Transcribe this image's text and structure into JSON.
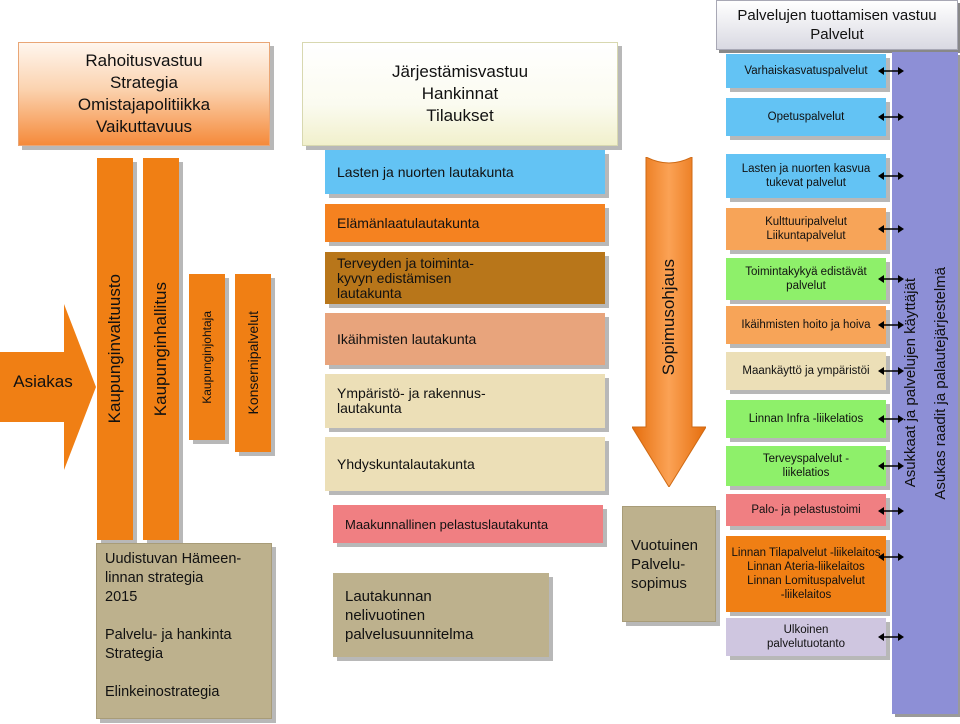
{
  "headers": {
    "rahoitus": "Rahoitusvastuu\nStrategia\nOmistajapolitiikka\nVaikuttavuus",
    "jarjestamis": "Järjestämisvastuu\nHankinnat\nTilaukset",
    "palvelujen": "Palvelujen tuottamisen vastuu\nPalvelut"
  },
  "asiakas": "Asiakas",
  "bars": {
    "valtuusto": "Kaupunginvaltuusto",
    "hallitus": "Kaupunginhallitus",
    "johtaja": "Kaupunginjohtaja",
    "konserni": "Konsernipalvelut"
  },
  "strategia": "Uudistuvan Hämeen-\nlinnan strategia\n2015\n\nPalvelu- ja hankinta\nStrategia\n\nElinkeinostrategia",
  "committees": [
    {
      "label": "Lasten ja nuorten lautakunta",
      "color": "#63c3f4"
    },
    {
      "label": "Elämänlaatulautakunta",
      "color": "#f58220"
    },
    {
      "label": "Terveyden ja toiminta-\nkyvyn edistämisen\nlautakunta",
      "color": "#b8761a"
    },
    {
      "label": "Ikäihmisten lautakunta",
      "color": "#e8a47c"
    },
    {
      "label": "Ympäristö- ja rakennus-\nlautakunta",
      "color": "#ecdfb7"
    },
    {
      "label": "Yhdyskuntalautakunta",
      "color": "#ecdfb7"
    },
    {
      "label": "Maakunnallinen  pelastuslautakunta",
      "color": "#f07f82"
    },
    {
      "label": "Lautakunnan\nnelivuotinen\npalvelusuunnitelma",
      "color": "#bdb18d"
    }
  ],
  "sopimus": "Sopimusohjaus",
  "vuotuinen": "Vuotuinen\nPalvelu-\nsopimus",
  "services": [
    {
      "label": "Varhaiskasvatuspalvelut",
      "color": "#63c3f4"
    },
    {
      "label": "Opetuspalvelut",
      "color": "#63c3f4"
    },
    {
      "label": "Lasten ja nuorten kasvua\ntukevat palvelut",
      "color": "#63c3f4"
    },
    {
      "label": "Kulttuuripalvelut\nLiikuntapalvelut",
      "color": "#f7a458"
    },
    {
      "label": "Toimintakykyä edistävät\npalvelut",
      "color": "#8ef06a"
    },
    {
      "label": "Ikäihmisten hoito ja hoiva",
      "color": "#f7a458"
    },
    {
      "label": "Maankäyttö ja ympäristöi",
      "color": "#ecdfb7"
    },
    {
      "label": "Linnan Infra -liikelatios",
      "color": "#8ef06a"
    },
    {
      "label": "Terveyspalvelut -\nliikelatios",
      "color": "#8ef06a"
    },
    {
      "label": "Palo- ja pelastustoimi",
      "color": "#f07f82"
    },
    {
      "label": "Linnan Tilapalvelut -liikelaitos\nLinnan Ateria-liikelaitos\nLinnan Lomituspalvelut\n-liikelaitos",
      "color": "#f07f14"
    },
    {
      "label": "Ulkoinen\npalvelutuotanto",
      "color": "#cfc6e0"
    }
  ],
  "right_panel": {
    "line1": "Asukkaat ja palvelujen käyttäjät",
    "line2": "Asukas raadit ja palautejärjestelmä"
  }
}
